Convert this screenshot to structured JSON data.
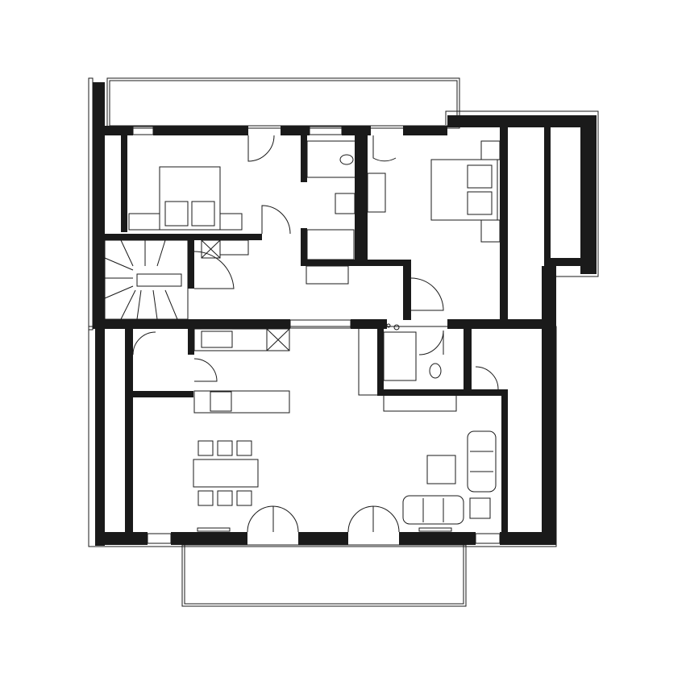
{
  "plan": {
    "colors": {
      "wall": "#1a1a1a",
      "line": "#1a1a1a",
      "background": "#ffffff"
    },
    "fixtures": [
      "double-bed",
      "double-bed",
      "staircase",
      "toilet",
      "toilet",
      "toilet",
      "sink",
      "sink",
      "shower",
      "kitchen-sink",
      "cooktop",
      "dining-table",
      "sofa",
      "sofa",
      "coffee-table"
    ]
  }
}
